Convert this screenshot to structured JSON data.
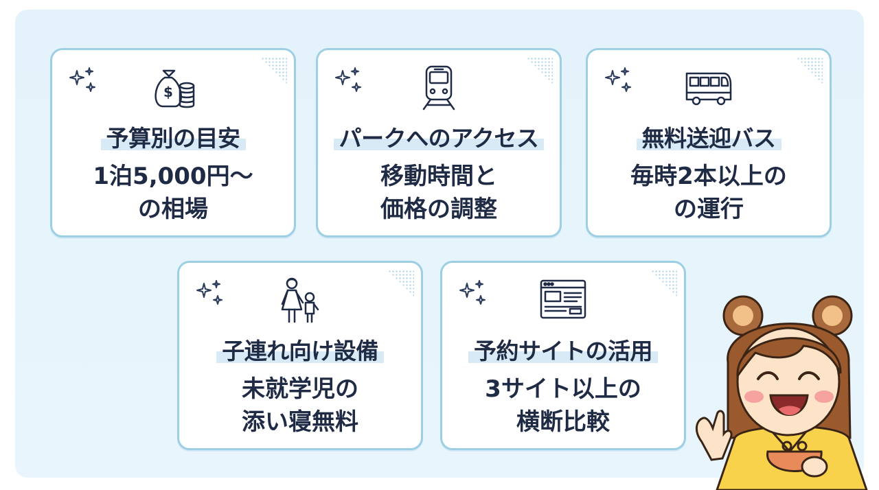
{
  "cards": [
    {
      "title": "予算別の目安",
      "line1": "1泊5,000円〜",
      "line2": "の相場",
      "icon": "money-bag-icon"
    },
    {
      "title": "パークへのアクセス",
      "line1": "移動時間と",
      "line2": "価格の調整",
      "icon": "train-icon"
    },
    {
      "title": "無料送迎バス",
      "line1": "毎時2本以上の",
      "line2": "の運行",
      "icon": "bus-icon"
    },
    {
      "title": "子連れ向け設備",
      "line1": "未就学児の",
      "line2": "添い寝無料",
      "icon": "parent-child-icon"
    },
    {
      "title": "予約サイトの活用",
      "line1": "3サイト以上の",
      "line2": "横断比較",
      "icon": "website-icon"
    }
  ],
  "colors": {
    "accent": "#9ccfe4",
    "text": "#1f2a44",
    "highlight": "#d7eaf5",
    "background": "#e4f3fb"
  }
}
